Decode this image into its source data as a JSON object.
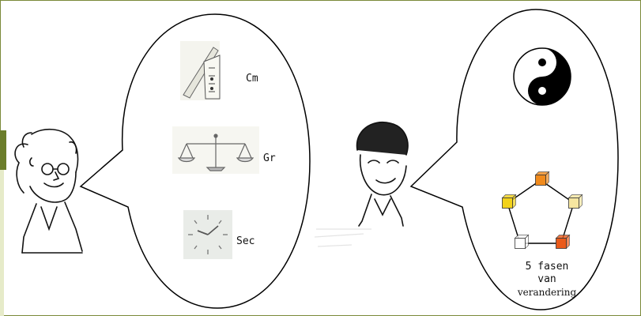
{
  "left_bubble": {
    "items": [
      {
        "label": "Cm",
        "icon": "ruler-icon"
      },
      {
        "label": "Gr",
        "icon": "scale-icon"
      },
      {
        "label": "Sec",
        "icon": "clock-icon"
      }
    ]
  },
  "right_bubble": {
    "icons": [
      "yin-yang-icon",
      "five-phases-pentagon-icon"
    ],
    "caption_line1": "5 fasen",
    "caption_line2": "van",
    "caption_line3": "verandering",
    "phase_colors": [
      "#f08a1c",
      "#f6e6a0",
      "#ea5a1a",
      "#ffffff",
      "#f2d21a"
    ]
  },
  "colors": {
    "frame": "#7a8a3a",
    "accent": "#6b7d2b"
  }
}
